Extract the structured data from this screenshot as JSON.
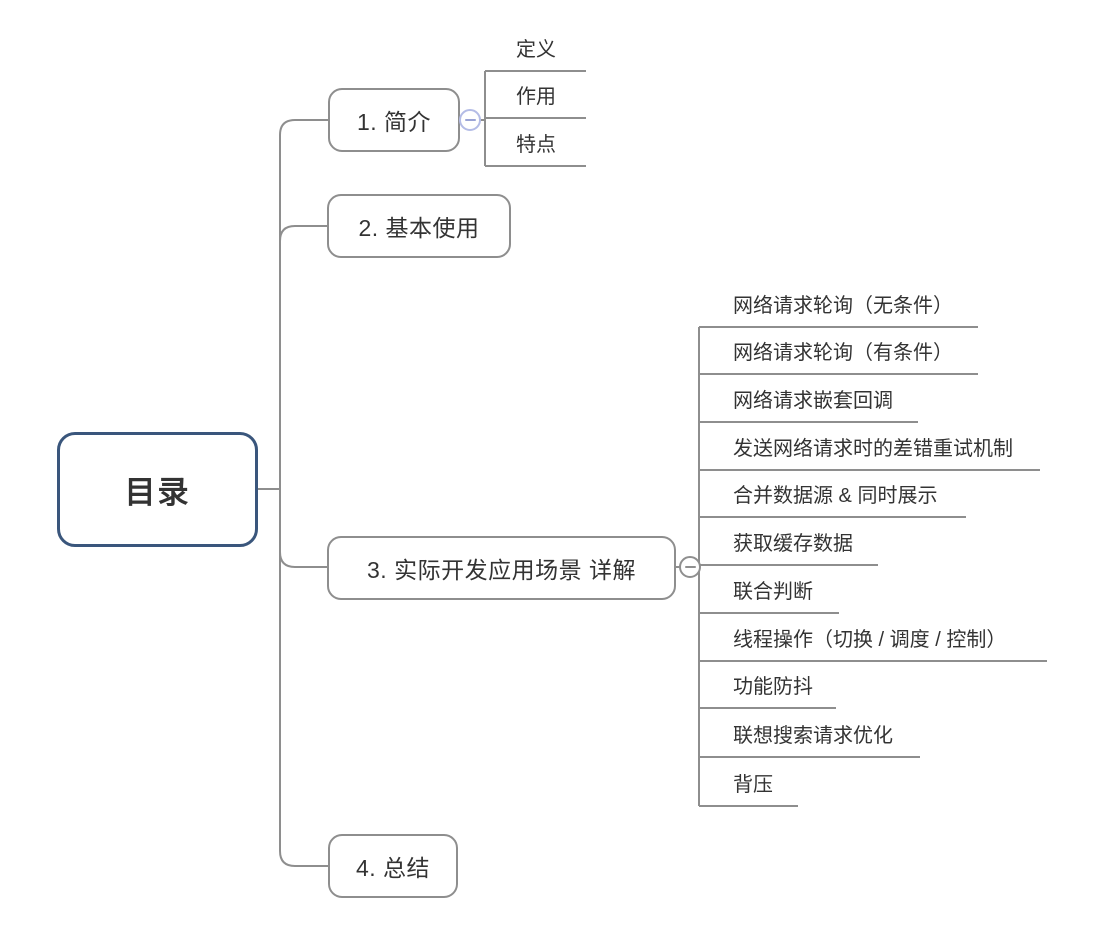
{
  "title": "目录思维导图",
  "colors": {
    "background": "#ffffff",
    "line": "#8e8e8e",
    "branch_border": "#8e8e8e",
    "root_border": "#3a567c",
    "text": "#333333",
    "collapse_accent_border": "#b4bce6",
    "collapse_gray_border": "#8f8f8f"
  },
  "root": {
    "label": "目录"
  },
  "branches": [
    {
      "label": "1. 简介",
      "collapse_indicator": "minus",
      "children": [
        "定义",
        "作用",
        "特点"
      ]
    },
    {
      "label": "2. 基本使用",
      "children": []
    },
    {
      "label": "3. 实际开发应用场景 详解",
      "collapse_indicator": "minus",
      "children": [
        "网络请求轮询（无条件）",
        "网络请求轮询（有条件）",
        "网络请求嵌套回调",
        "发送网络请求时的差错重试机制",
        "合并数据源 & 同时展示",
        "获取缓存数据",
        "联合判断",
        "线程操作（切换 / 调度 / 控制）",
        "功能防抖",
        "联想搜索请求优化",
        "背压"
      ]
    },
    {
      "label": "4. 总结",
      "children": []
    }
  ]
}
